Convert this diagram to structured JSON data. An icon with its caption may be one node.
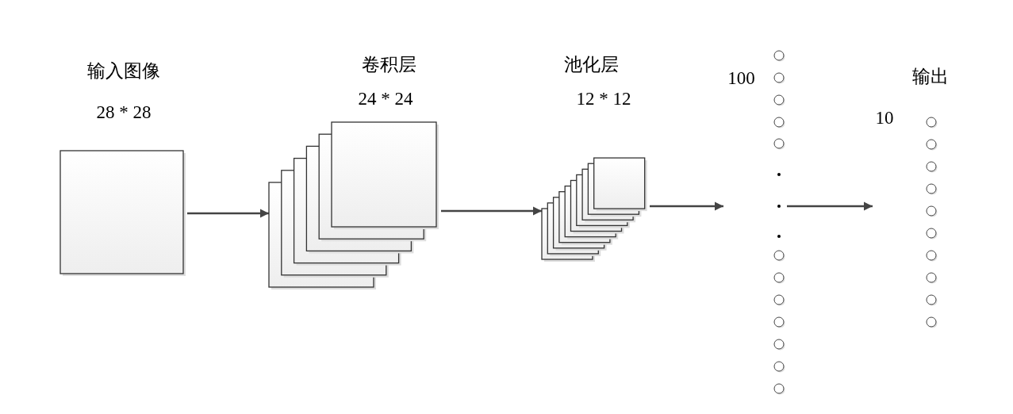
{
  "diagram": {
    "nodes": [
      {
        "text": [
          "输入图像",
          "28 * 28"
        ]
      },
      {
        "text": [
          "卷积层",
          "24 * 24"
        ]
      },
      {
        "text": [
          "池化层",
          "12 * 12"
        ]
      },
      {
        "text": [
          "100"
        ]
      },
      {
        "text": [
          "输出",
          "10"
        ]
      }
    ],
    "edges": [
      {
        "from": 0,
        "to": 1,
        "arrow": "to"
      },
      {
        "from": 1,
        "to": 2,
        "arrow": "to"
      },
      {
        "from": 2,
        "to": 3,
        "arrow": "to"
      },
      {
        "from": 3,
        "to": 4,
        "arrow": "to"
      }
    ]
  }
}
